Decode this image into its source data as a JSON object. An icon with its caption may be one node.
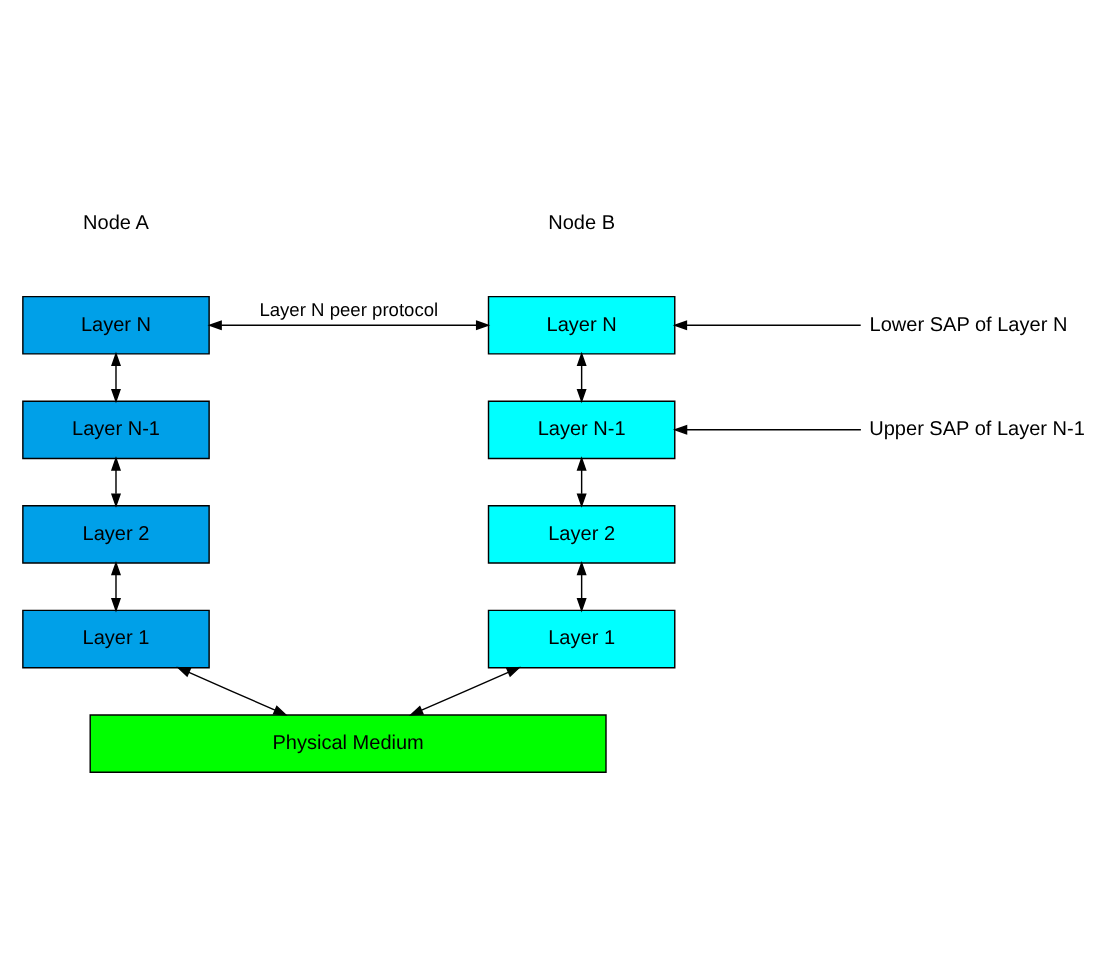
{
  "diagram": {
    "nodes": [
      {
        "text": [
          "Layer N"
        ]
      },
      {
        "text": [
          "Layer N-1"
        ]
      },
      {
        "text": [
          "Layer 2"
        ]
      },
      {
        "text": [
          "Layer 1"
        ]
      },
      {
        "text": [
          "Layer N"
        ]
      },
      {
        "text": [
          "Layer N-1"
        ]
      },
      {
        "text": [
          "Layer 2"
        ]
      },
      {
        "text": [
          "Layer 1"
        ]
      },
      {
        "text": [
          "Physical Medium"
        ]
      },
      {
        "text": [
          "Lower SAP of Layer N"
        ]
      },
      {
        "text": [
          "Upper SAP of Layer N-1"
        ]
      }
    ],
    "edges": [
      {
        "from": 0,
        "to": 4,
        "arrow": "both",
        "label": "Layer N peer protocol"
      },
      {
        "from": 0,
        "to": 1,
        "arrow": "both"
      },
      {
        "from": 1,
        "to": 2,
        "arrow": "both"
      },
      {
        "from": 2,
        "to": 3,
        "arrow": "both"
      },
      {
        "from": 3,
        "to": 8,
        "arrow": "both"
      },
      {
        "from": 4,
        "to": 5,
        "arrow": "both"
      },
      {
        "from": 5,
        "to": 6,
        "arrow": "both"
      },
      {
        "from": 6,
        "to": 7,
        "arrow": "both"
      },
      {
        "from": 7,
        "to": 8,
        "arrow": "both"
      },
      {
        "from": 9,
        "to": 4,
        "arrow": "to"
      },
      {
        "from": 10,
        "to": 5,
        "arrow": "to"
      }
    ],
    "labels": [
      "Node A",
      "Node B"
    ]
  }
}
